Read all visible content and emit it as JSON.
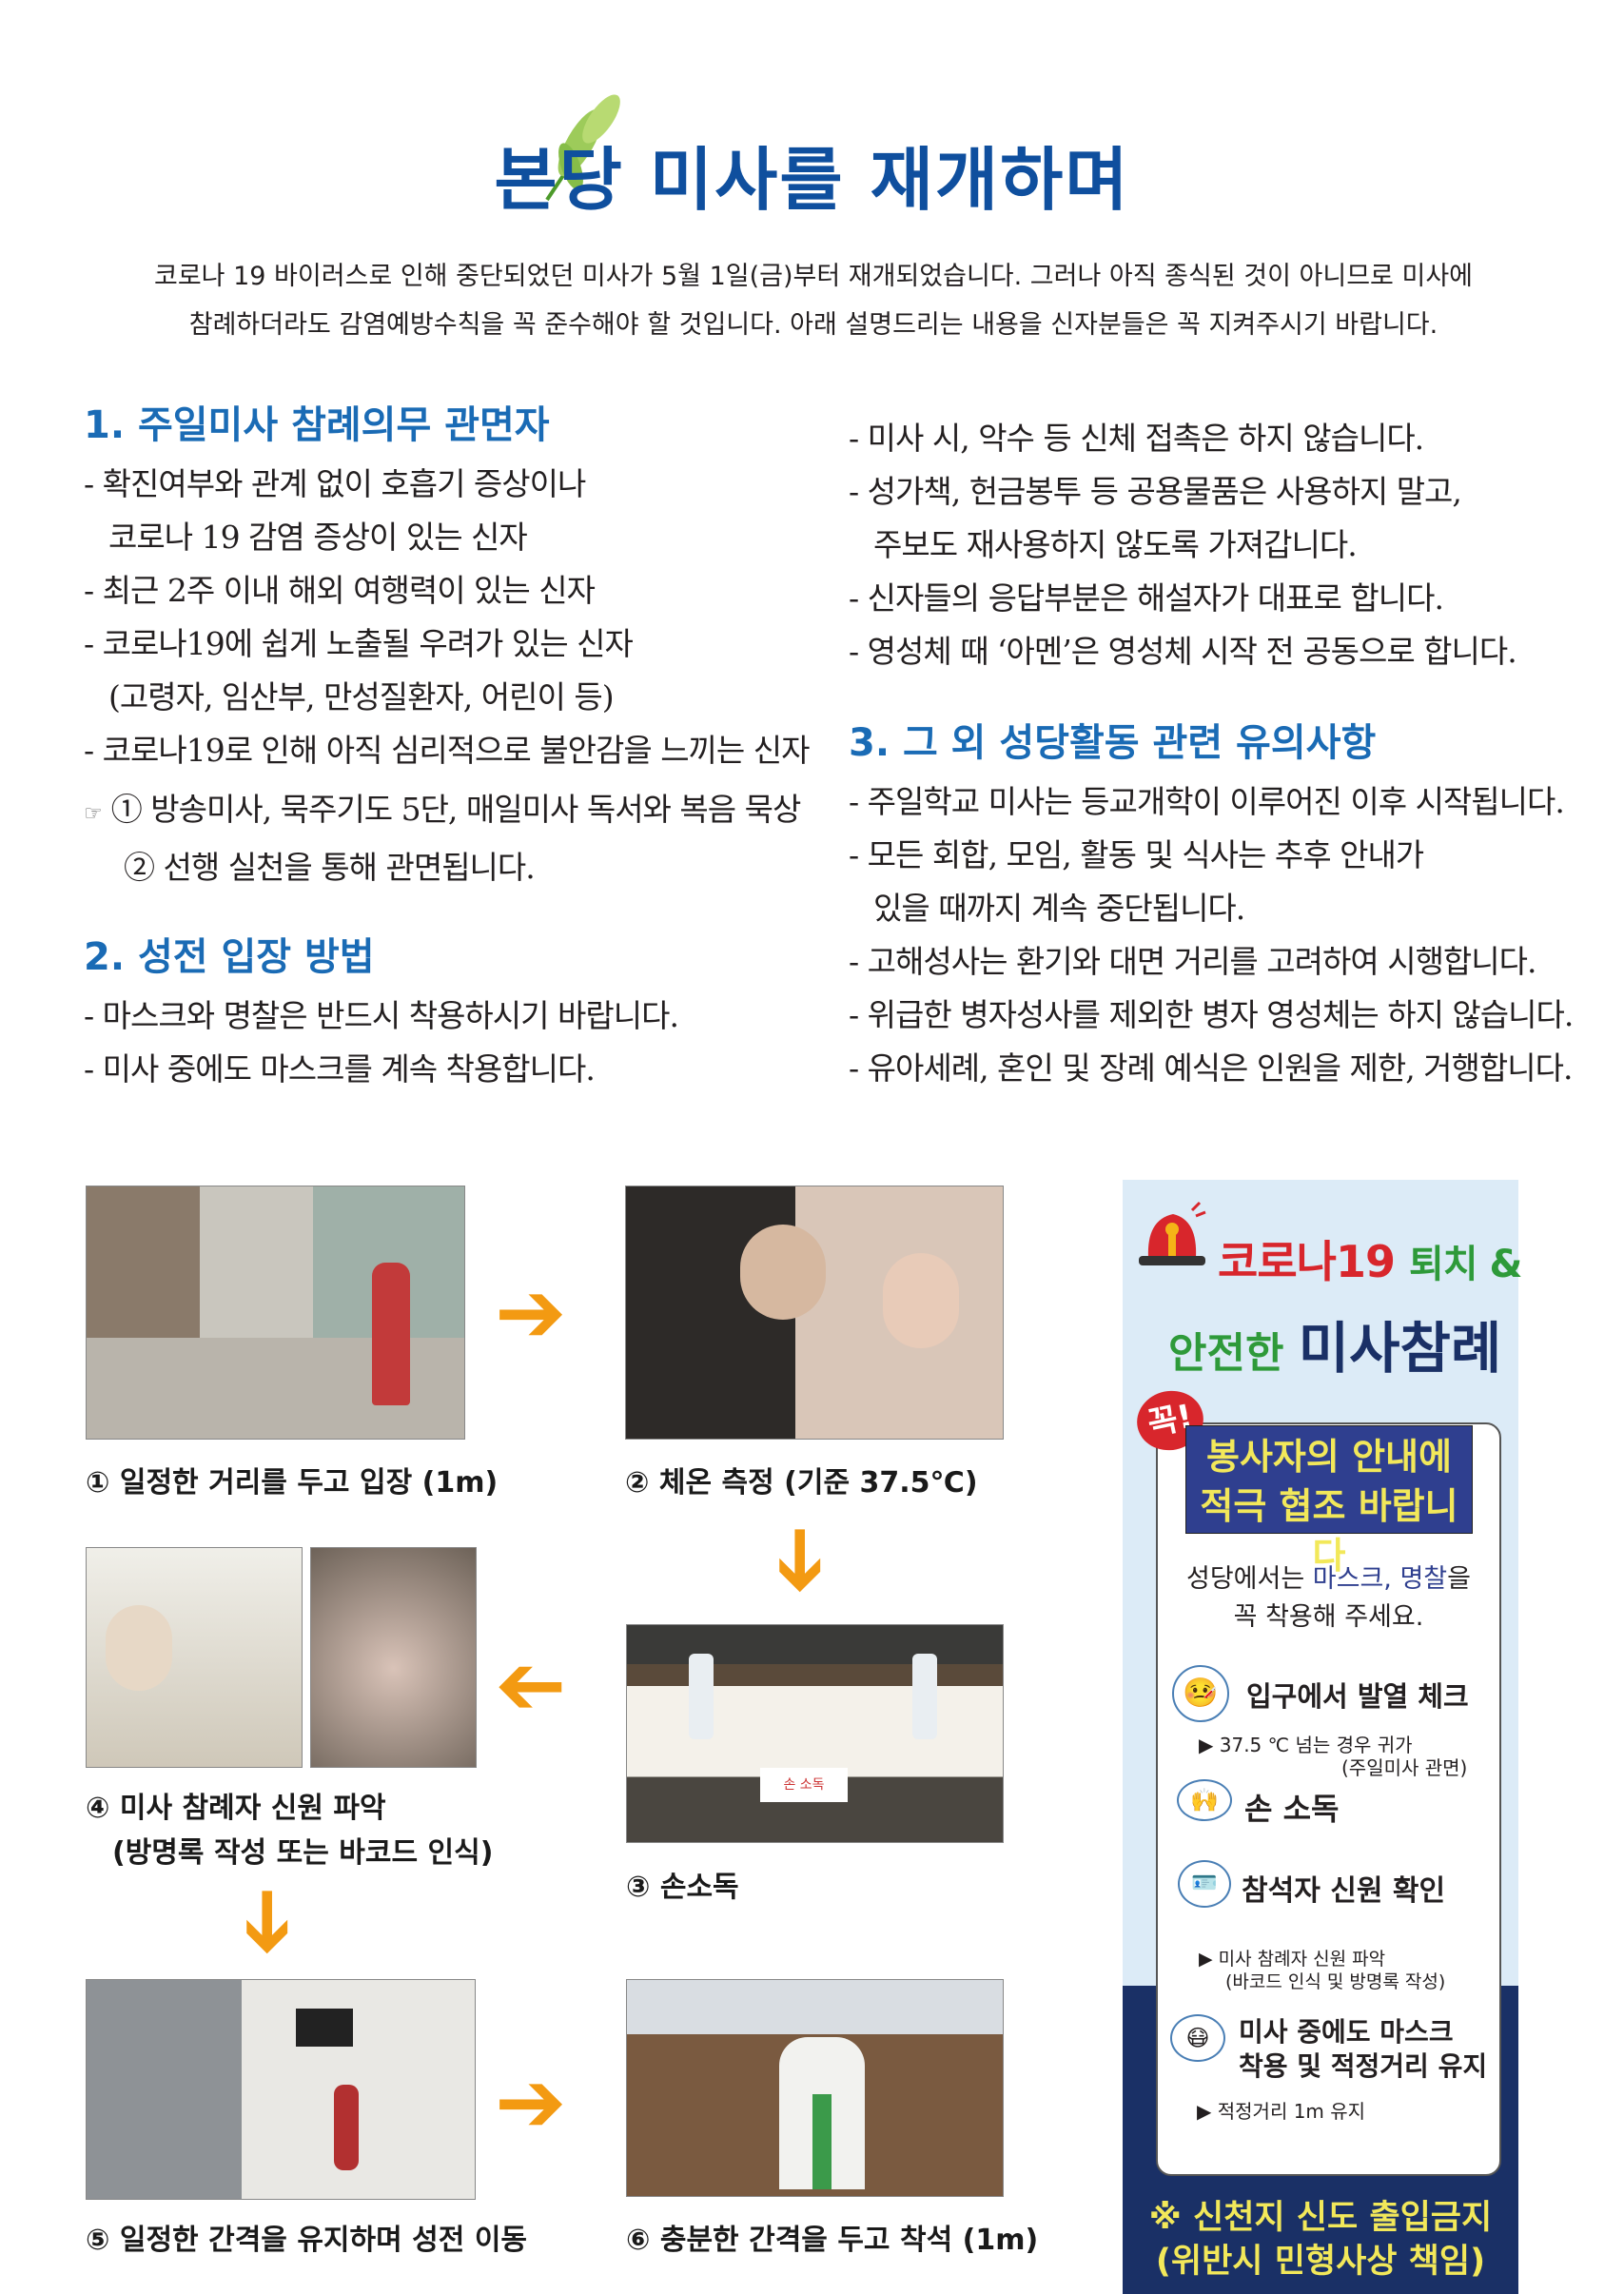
{
  "title": "본당 미사를 재개하며",
  "intro": [
    "코로나 19 바이러스로 인해 중단되었던 미사가 5월 1일(금)부터 재개되었습니다. 그러나 아직 종식된 것이 아니므로 미사에",
    "참례하더라도 감염예방수칙을 꼭 준수해야 할 것입니다. 아래 설명드리는 내용을 신자분들은 꼭 지켜주시기 바랍니다."
  ],
  "section1": {
    "heading": "1. 주일미사 참례의무 관면자",
    "lines": [
      "- 확진여부와 관계 없이 호흡기 증상이나",
      "코로나 19 감염 증상이 있는 신자",
      "- 최근 2주 이내 해외 여행력이 있는 신자",
      "- 코로나19에 쉽게 노출될 우려가 있는 신자",
      "(고령자, 임산부, 만성질환자, 어린이 등)",
      "- 코로나19로 인해 아직 심리적으로 불안감을 느끼는 신자",
      "① 방송미사, 묵주기도 5단, 매일미사 독서와 복음 묵상",
      "② 선행 실천을 통해 관면됩니다."
    ],
    "pointer_icon": "☞"
  },
  "section2": {
    "heading": "2. 성전 입장 방법",
    "lines": [
      "- 마스크와 명찰은 반드시 착용하시기 바랍니다.",
      "- 미사 중에도 마스크를 계속 착용합니다.",
      "- 미사 시, 악수 등 신체 접촉은 하지 않습니다.",
      "- 성가책, 헌금봉투 등 공용물품은 사용하지 말고,",
      "주보도 재사용하지 않도록 가져갑니다.",
      "- 신자들의 응답부분은 해설자가 대표로 합니다.",
      "- 영성체 때 ‘아멘’은 영성체 시작 전 공동으로 합니다."
    ]
  },
  "section3": {
    "heading": "3. 그 외 성당활동 관련 유의사항",
    "lines": [
      "- 주일학교 미사는 등교개학이 이루어진 이후 시작됩니다.",
      "- 모든 회합, 모임, 활동 및 식사는 추후 안내가",
      "있을 때까지 계속 중단됩니다.",
      "- 고해성사는 환기와 대면 거리를 고려하여 시행합니다.",
      "- 위급한 병자성사를 제외한 병자 영성체는 하지 않습니다.",
      "- 유아세례, 혼인 및 장례 예식은 인원을 제한, 거행합니다."
    ]
  },
  "steps": {
    "s1": "① 일정한 거리를 두고 입장 (1m)",
    "s2": "② 체온 측정 (기준 37.5℃)",
    "s3": "③ 손소독",
    "s4a": "④ 미사 참례자 신원 파악",
    "s4b": "(방명록 작성 또는 바코드 인식)",
    "s5": "⑤ 일정한 간격을 유지하며 성전 이동",
    "s6": "⑥ 충분한 간격을 두고 착석 (1m)",
    "photo3_sign": "손 소독"
  },
  "poster": {
    "title1_red": "코로나19",
    "title1_green": "퇴치 &",
    "title2_green": "안전한",
    "title2_navy": "미사참례",
    "badge": "꼭!",
    "box_line1": "봉사자의 안내에",
    "box_line2": "적극 협조 바랍니다",
    "notice_pre": "성당에서는 ",
    "notice_hl": "마스크, 명찰",
    "notice_post": "을",
    "notice_line2": "꼭 착용해 주세요.",
    "item1": "입구에서 발열 체크",
    "item1_sub1": "▶ 37.5 ℃ 넘는 경우 귀가",
    "item1_sub2": "(주일미사 관면)",
    "item2": "손 소독",
    "item3": "참석자 신원 확인",
    "item3_sub1": "▶ 미사 참례자 신원 파악",
    "item3_sub2": "(바코드 인식 및 방명록 작성)",
    "item4a": "미사 중에도 마스크",
    "item4b": "착용 및 적정거리 유지",
    "item4_sub": "▶ 적정거리 1m 유지",
    "footer1": "※ 신천지 신도 출입금지",
    "footer2": "(위반시 민형사상 책임)"
  },
  "colors": {
    "heading_blue": "#1a6bb5",
    "title_blue": "#0f4f9e",
    "arrow_orange": "#f39a12",
    "poster_navy": "#1a3066",
    "poster_yellow": "#f2e85a",
    "poster_red": "#d8262c",
    "poster_green": "#2e9a3a"
  }
}
